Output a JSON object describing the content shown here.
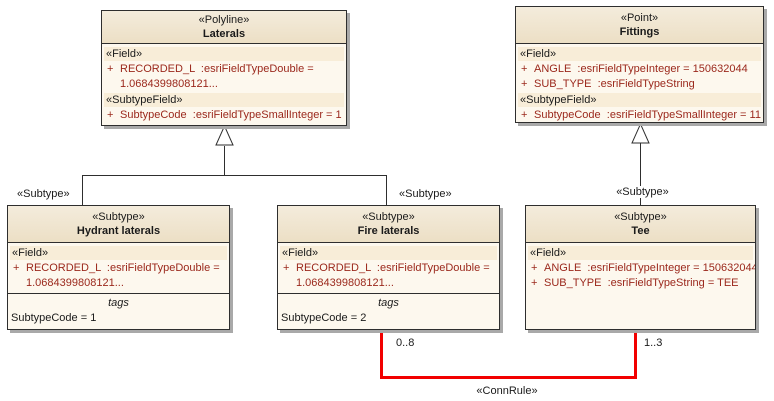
{
  "colors": {
    "canvas_bg": "#FFFFFF",
    "node_border": "#2E2E2E",
    "header_fill_top": "#F4ECDC",
    "header_fill_bottom": "#ECDFC5",
    "body_fill": "#FDF8EE",
    "stereotype_band_fill": "#F8EDD8",
    "attribute_text": "#9B281C",
    "label_text": "#1A1A1A",
    "connrule_line_red": "#F20000",
    "shadow": "#A9A9A9"
  },
  "glyphs": {
    "plus": "+"
  },
  "nodes": {
    "laterals": {
      "stereotype": "«Polyline»",
      "name": "Laterals",
      "field_label": "«Field»",
      "attr1_line1": "RECORDED_L  :esriFieldTypeDouble =",
      "attr1_line2": "1.0684399808121...",
      "subtype_field_label": "«SubtypeField»",
      "attr2": "SubtypeCode  :esriFieldTypeSmallInteger = 1"
    },
    "fittings": {
      "stereotype": "«Point»",
      "name": "Fittings",
      "field_label": "«Field»",
      "attr1": "ANGLE  :esriFieldTypeInteger = 150632044",
      "attr2": "SUB_TYPE  :esriFieldTypeString",
      "subtype_field_label": "«SubtypeField»",
      "attr3": "SubtypeCode  :esriFieldTypeSmallInteger = 11"
    },
    "hydrant_laterals": {
      "stereotype": "«Subtype»",
      "name": "Hydrant laterals",
      "field_label": "«Field»",
      "attr1_line1": "RECORDED_L  :esriFieldTypeDouble =",
      "attr1_line2": "1.0684399808121...",
      "tags_title": "tags",
      "tag1": "SubtypeCode = 1"
    },
    "fire_laterals": {
      "stereotype": "«Subtype»",
      "name": "Fire laterals",
      "field_label": "«Field»",
      "attr1_line1": "RECORDED_L  :esriFieldTypeDouble =",
      "attr1_line2": "1.0684399808121...",
      "tags_title": "tags",
      "tag1": "SubtypeCode = 2"
    },
    "tee": {
      "stereotype": "«Subtype»",
      "name": "Tee",
      "field_label": "«Field»",
      "attr1": "ANGLE  :esriFieldTypeInteger = 150632044",
      "attr2": "SUB_TYPE  :esriFieldTypeString = TEE"
    }
  },
  "connectors": {
    "generalization_laterals": {
      "left_label": "«Subtype»",
      "right_label": "«Subtype»"
    },
    "generalization_fittings": {
      "label": "«Subtype»"
    },
    "connrule": {
      "stereotype_label": "«ConnRule»",
      "source_multiplicity": "0..8",
      "target_multiplicity": "1..3"
    }
  }
}
